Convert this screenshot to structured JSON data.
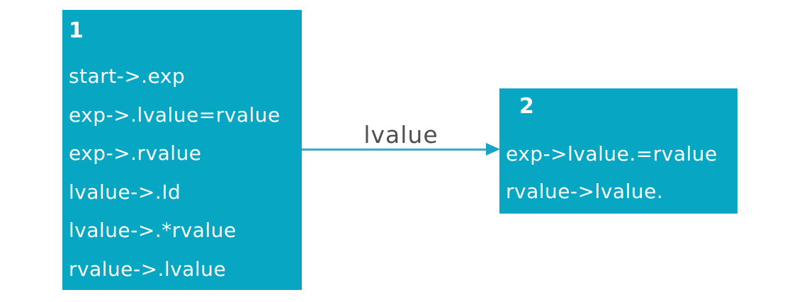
{
  "diagram": {
    "type": "lr-parser-state-diagram",
    "colors": {
      "state_fill": "#07a6c2",
      "state_text": "#ffffff",
      "arrow": "#3fa9c6",
      "arrow_head": "#1ba4c3",
      "transition_label_text": "#4f4f4f",
      "background": "#ffffff"
    },
    "states": [
      {
        "id": "1",
        "items": [
          "start->.exp",
          "exp->.lvalue=rvalue",
          "exp->.rvalue",
          "lvalue->.Id",
          "lvalue->.*rvalue",
          "rvalue->.lvalue"
        ]
      },
      {
        "id": "2",
        "items": [
          "exp->lvalue.=rvalue",
          "rvalue->lvalue."
        ]
      }
    ],
    "transition": {
      "label": "lvalue",
      "from_state": "1",
      "to_state": "2"
    }
  }
}
